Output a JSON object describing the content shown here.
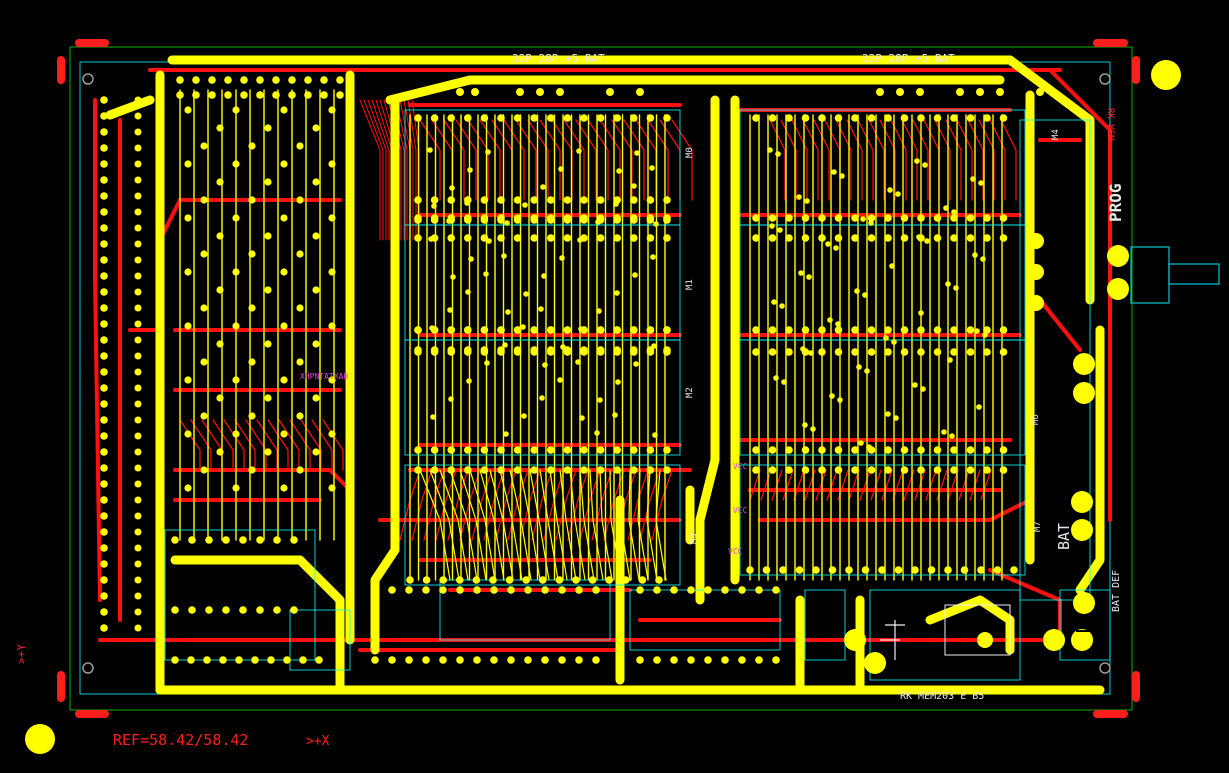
{
  "title_block": {
    "board_name": "RK MEM203 E B5",
    "ref": "REF=58.42/58.42",
    "axis_x": ">+X",
    "axis_y": ">+Y"
  },
  "top_labels": {
    "left": "32P 28P  +5 BAT",
    "right": "32P 28P  +5 BAT"
  },
  "chips": [
    "M0",
    "M1",
    "M2",
    "M3",
    "M4",
    "M6",
    "M7"
  ],
  "side_labels": {
    "prog": "PROG",
    "rk_mem": "RK MEM",
    "bat": "BAT",
    "bat_def": "BAT DEF"
  },
  "silk_small": {
    "vcc_a": "VCC",
    "vcc_b": "VCC",
    "vcc_c": "VCC",
    "ic_label": "XHPNTATXAD"
  },
  "colors": {
    "background": "#000000",
    "copper_top": "#ffff00",
    "copper_bottom": "#ff1010",
    "silkscreen": "#f0f0f0",
    "outline": "#00ffff",
    "edge": "#00c000",
    "annotation": "#e040e0"
  }
}
